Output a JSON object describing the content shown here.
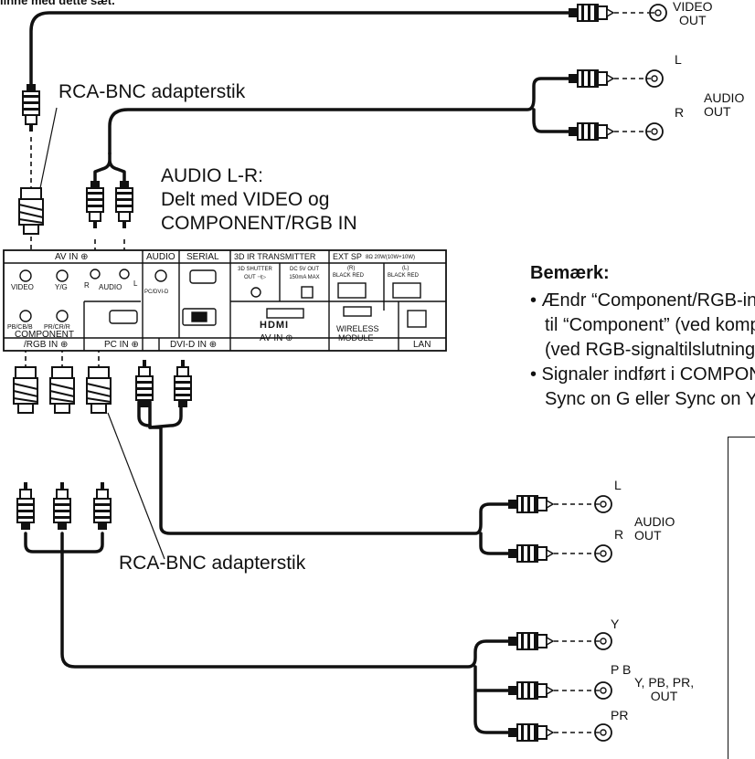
{
  "top_fragment": "linne med dette sæt.",
  "video_out": {
    "line1": "VIDEO",
    "line2": "OUT"
  },
  "audio_out_top": {
    "l": "L",
    "r": "R",
    "line1": "AUDIO",
    "line2": "OUT"
  },
  "adapter_label_top": "RCA-BNC adapterstik",
  "adapter_label_bottom": "RCA-BNC adapterstik",
  "shared_audio": {
    "line1": "AUDIO L-R:",
    "line2": "Delt med VIDEO og",
    "line3": "COMPONENT/RGB IN"
  },
  "panel": {
    "av_in": "AV IN ⊕",
    "audio": "AUDIO",
    "serial": "SERIAL",
    "ir_transmitter": "3D IR TRANSMITTER",
    "ext_sp": "EXT SP",
    "ext_sp_spec": "8Ω 20W(10W+10W)",
    "shutter": "3D SHUTTER OUT ⊣▷",
    "dc_out": "DC 5V OUT 150mA MAX",
    "r_ch": "(R)",
    "l_ch": "(L)",
    "black_red": "BLACK RED",
    "video": "VIDEO",
    "yg": "Y/G",
    "r": "R",
    "audio_small": "AUDIO",
    "l": "L",
    "pc_dvi": "PC/DVI-D",
    "pb_cb_b": "PB/CB/B",
    "pr_cr_r": "PR/CR/R",
    "component_rgb": "COMPONENT",
    "rgb_in": "/RGB IN ⊕",
    "pc_in": "PC IN ⊕",
    "dvi_in": "DVI-D IN ⊕",
    "hdmi": "HDMI",
    "hdmi_av_in": "AV IN ⊕",
    "wireless": "WIRELESS",
    "module": "MODULE",
    "lan": "LAN"
  },
  "note": {
    "title": "Bemærk:",
    "bullets": [
      [
        "• Ændr “Component/RGB-in-valg” i “Signal”-menuen",
        "til “Component” (ved komponent-signaltilslutning) eller “RGB”",
        "(ved RGB-signaltilslutning)."
      ],
      [
        "• Signaler indført i COMPONENT/RGB IN-stikket er",
        "Sync on G eller Sync on Y."
      ]
    ]
  },
  "audio_out_bottom": {
    "l": "L",
    "r": "R",
    "line1": "AUDIO",
    "line2": "OUT"
  },
  "component_out": {
    "y": "Y",
    "pb": "P B",
    "pr": "PR",
    "line1": "Y, PB, PR,",
    "line2": "OUT"
  }
}
